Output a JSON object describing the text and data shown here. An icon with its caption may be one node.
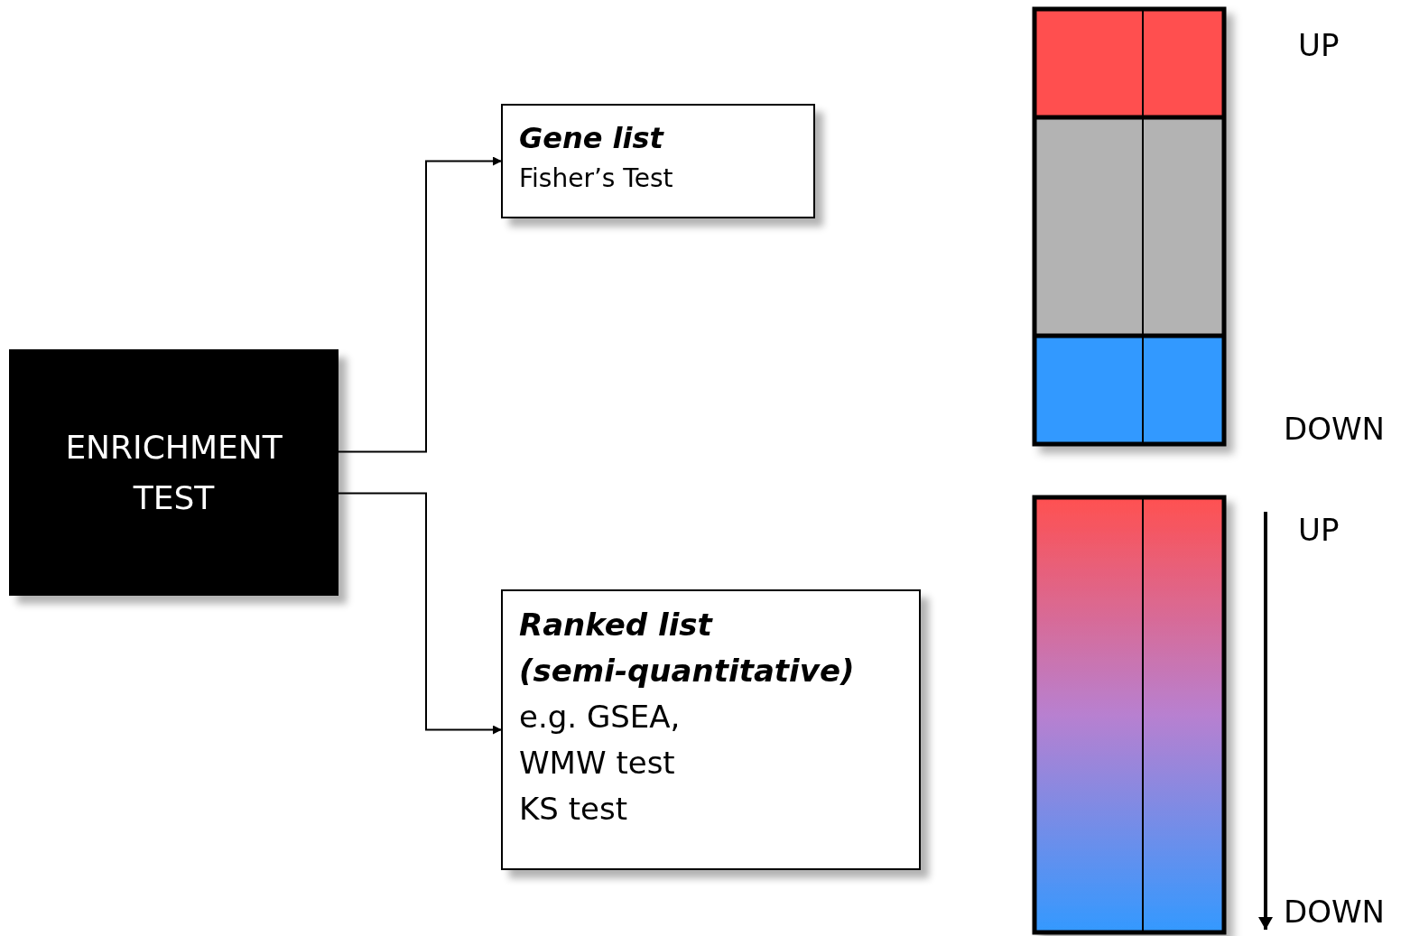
{
  "diagram": {
    "nodes": [
      {
        "text": [
          "ENRICHMENT TEST"
        ]
      },
      {
        "text": [
          "Gene list",
          "Fisher’s Test"
        ]
      },
      {
        "text": [
          "Ranked list (semi-quantitative)",
          "e.g. GSEA, WMW test KS test"
        ]
      }
    ],
    "edges": [
      {
        "from": 0,
        "to": 1,
        "arrow": "to"
      },
      {
        "from": 0,
        "to": 2,
        "arrow": "to"
      }
    ],
    "labels": [
      "UP",
      "DOWN",
      "UP",
      "DOWN"
    ]
  }
}
